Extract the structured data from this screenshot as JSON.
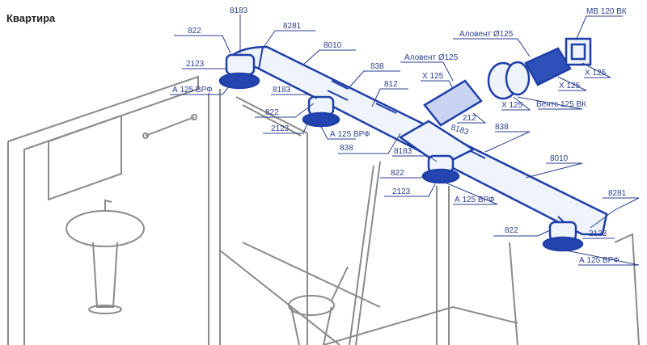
{
  "title": "Квартира",
  "labels": {
    "l1": "8183",
    "l2": "822",
    "l3": "8281",
    "l4": "8010",
    "l5": "2123",
    "l6": "838",
    "l7": "А 125 ВРФ",
    "l8": "812",
    "l9": "8183",
    "l10": "822",
    "l11": "2123",
    "l12": "А 125 ВРФ",
    "l13": "838",
    "l14": "Аловент Ø125",
    "l15": "Аловент Ø125",
    "l16": "MB 120 ВК",
    "l17": "X 125",
    "l18": "X 125",
    "l19": "X 125",
    "l20": "X 125",
    "l21": "Вентс 125 ВК",
    "l22": "212",
    "l23": "8183",
    "l24": "838",
    "l25": "8183",
    "l26": "8010",
    "l27": "822",
    "l28": "2123",
    "l29": "А 125 ВРФ",
    "l30": "8281",
    "l31": "822",
    "l32": "2123",
    "l33": "А 125 ВРФ"
  },
  "colors": {
    "line": "#1f3fa8",
    "label": "#2b3f8f",
    "room": "#8a8a8a"
  }
}
